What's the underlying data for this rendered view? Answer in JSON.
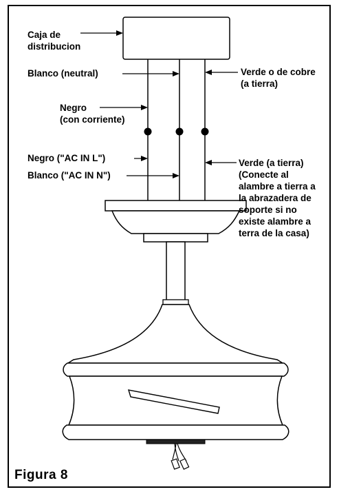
{
  "labels": {
    "junction_box": "Caja de\ndistribucion",
    "white_neutral": "Blanco (neutral)",
    "green_copper": "Verde o de cobre\n(a tierra)",
    "black_live": "Negro\n(con corriente)",
    "black_ac_in_l": "Negro (\"AC IN L\")",
    "white_ac_in_n": "Blanco (\"AC IN N\")",
    "green_ground_note": "Verde (a tierra)\n(Conecte al\nalambre a tierra a\nla abrazadera de\nsoporte si no\nexiste alambre a\nterra de la casa)"
  },
  "figure_label": "Figura 8"
}
